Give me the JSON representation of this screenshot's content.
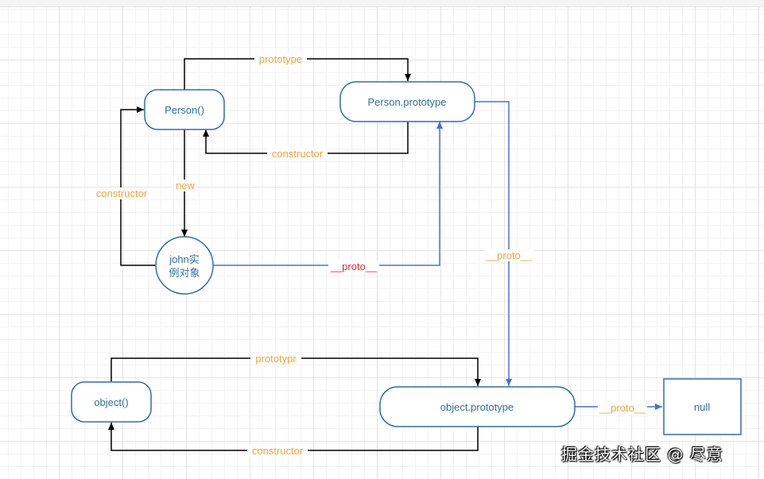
{
  "nodes": {
    "person_fn": "Person()",
    "person_prototype": "Person.prototype",
    "john_line1": "john实",
    "john_line2": "例对象",
    "object_fn": "object()",
    "object_prototype": "object.prototype",
    "null_box": "null"
  },
  "edges": {
    "person_to_prototype": "prototype",
    "prototype_to_person": "constructor",
    "person_new": "new",
    "john_constructor": "constructor",
    "john_proto": "__proto__",
    "person_prototype_proto": "__proto__",
    "object_to_prototype": "prototypr",
    "object_prototype_constructor": "constructor",
    "object_prototype_proto": "__proto__"
  },
  "colors": {
    "node_stroke": "#2f6fa6",
    "node_text": "#2f6fa6",
    "black_edge": "#000000",
    "blue_edge": "#4a6fe0",
    "orange_label": "#f0a23c",
    "red_label": "#d9302c"
  },
  "watermark": "掘金技术社区 @ 尽意"
}
